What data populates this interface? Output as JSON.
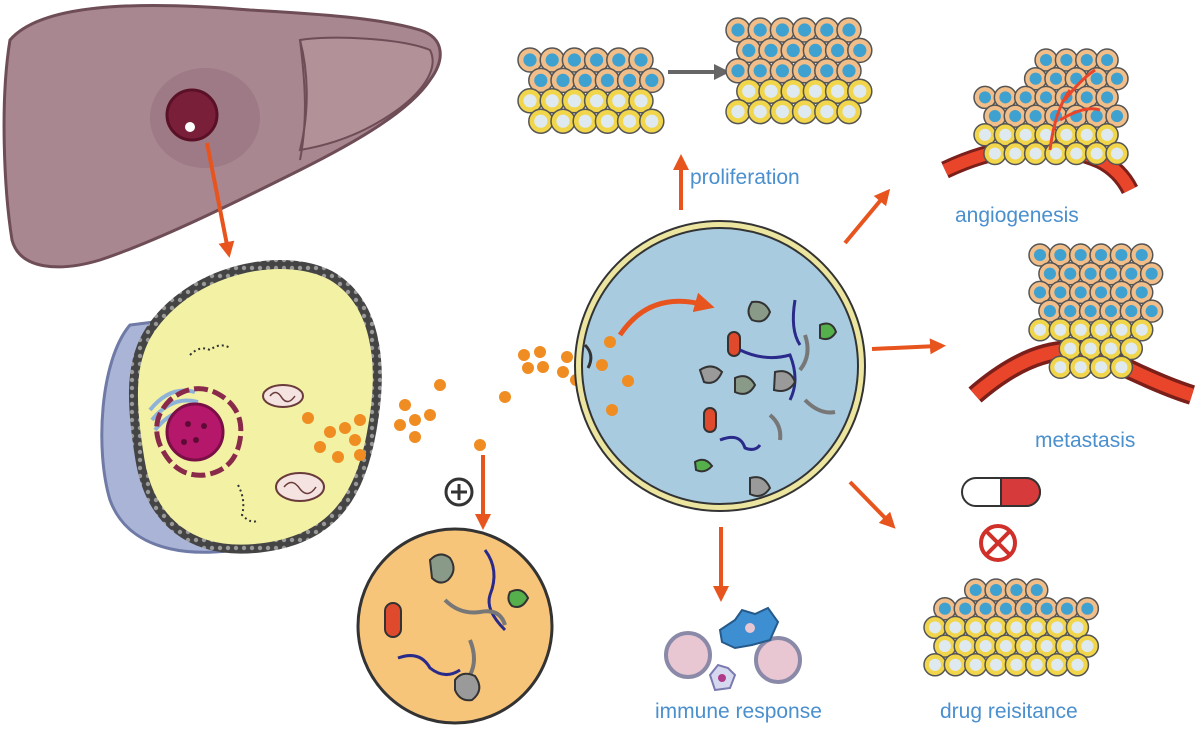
{
  "labels": {
    "proliferation": "proliferation",
    "angiogenesis": "angiogenesis",
    "metastasis": "metastasis",
    "immune_response": "immune response",
    "drug_resistance": "drug reisitance"
  },
  "colors": {
    "label_text": "#4a8fce",
    "arrow": "#e8541e",
    "arrow_gray": "#666666",
    "liver": "#a88791",
    "liver_dark": "#8a6470",
    "cell_cytoplasm": "#f3f1a4",
    "cell_membrane": "#333333",
    "cell_back": "#aab4d6",
    "nucleus": "#b5176a",
    "vesicle": "#ef8d22",
    "recipient_cell": "#a8cbe0",
    "recipient_border": "#ece5a0",
    "exosome_content": "#f6c57a",
    "tumor_cell": "#f1be8a",
    "tumor_nucleus": "#3fa1cf",
    "healthy_cell": "#f1d54a",
    "vessel": "#e8452a",
    "pill_red": "#d63a3a",
    "inhibit": "#d0302a"
  },
  "icons": [
    "liver-icon",
    "donor-cell-icon",
    "exosome-icon",
    "recipient-cell-icon",
    "tumor-cluster-icon",
    "blood-vessel-icon",
    "immune-cells-icon",
    "pill-icon",
    "inhibit-icon",
    "plus-icon"
  ]
}
